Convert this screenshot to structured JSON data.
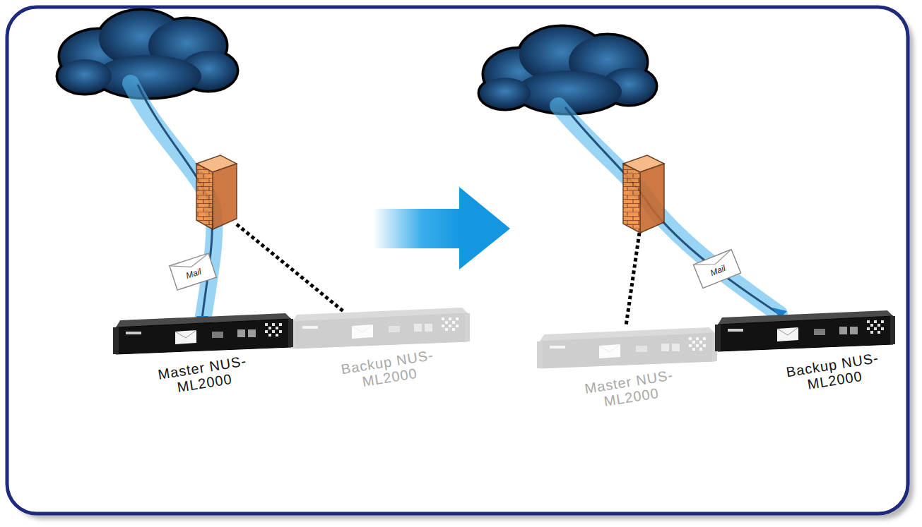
{
  "diagram": {
    "nodes": [
      {
        "text": [
          "Mail"
        ]
      },
      {
        "text": [
          "Master NUS-ML2000"
        ]
      },
      {
        "text": [
          "Backup NUS-ML2000"
        ]
      },
      {
        "text": [
          "Mail"
        ]
      },
      {
        "text": [
          "Master NUS-ML2000"
        ]
      },
      {
        "text": [
          "Backup NUS-ML2000"
        ]
      }
    ]
  }
}
